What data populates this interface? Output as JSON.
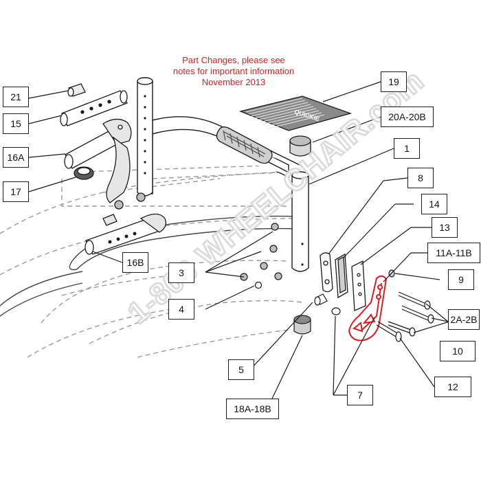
{
  "notice": {
    "line1": "Part Changes, please see",
    "line2": "notes for important information",
    "line3": "November 2013"
  },
  "watermark": "1-800 WHEELCHAIR.com",
  "footplate_brand": "QUICKIE",
  "callouts": {
    "c21": "21",
    "c15": "15",
    "c16a": "16A",
    "c17": "17",
    "c16b": "16B",
    "c3": "3",
    "c4": "4",
    "c5": "5",
    "c18": "18A-18B",
    "c19": "19",
    "c20": "20A-20B",
    "c1": "1",
    "c8": "8",
    "c14": "14",
    "c13": "13",
    "c11": "11A-11B",
    "c9": "9",
    "c2": "2A-2B",
    "c10": "10",
    "c12": "12",
    "c7": "7"
  },
  "colors": {
    "highlight": "#e0191e",
    "line": "#1a1a1a",
    "watermark": "#d9d9d9"
  }
}
